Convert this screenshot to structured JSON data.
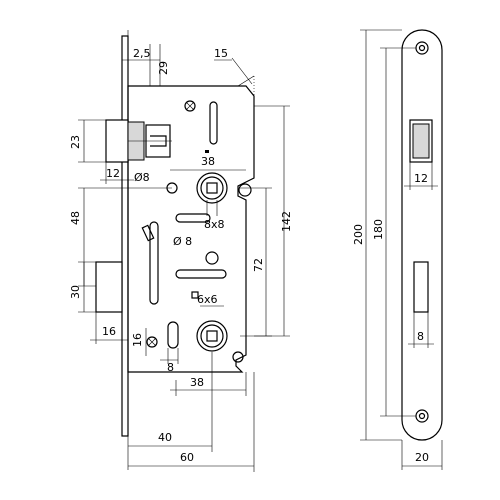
{
  "labels": {
    "top_2_5": "2,5",
    "top_29": "29",
    "angle_15": "15",
    "d23": "23",
    "d12_bolt": "12",
    "d38_top": "38",
    "d8_hole": "Ø8",
    "d8x8": "8x8",
    "d48": "48",
    "d142": "142",
    "d8_ring": "Ø 8",
    "d72": "72",
    "d30": "30",
    "d6x6": "6x6",
    "d16_dead": "16",
    "d16_small": "16",
    "d8_small": "8",
    "d38_bottom": "38",
    "d40": "40",
    "d60": "60",
    "d200": "200",
    "d180": "180",
    "d12_face": "12",
    "d8_face": "8",
    "d20": "20"
  }
}
